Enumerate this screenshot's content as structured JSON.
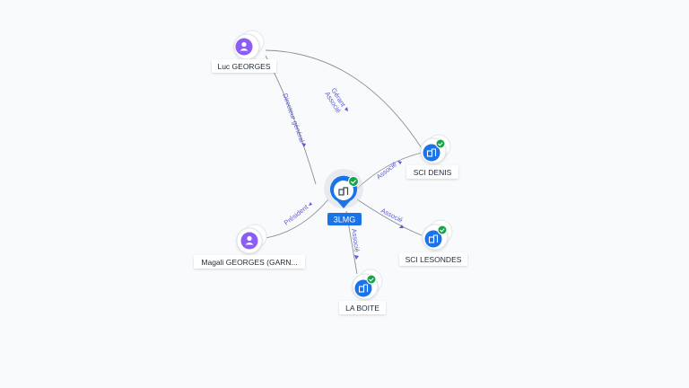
{
  "colors": {
    "person": "#8b5cf6",
    "company": "#1a73e8",
    "check": "#16a34a",
    "edge_label": "#5b5bd6"
  },
  "nodes": {
    "center": {
      "label": "3LMG",
      "icon": "building-icon",
      "verified": true
    },
    "luc": {
      "label": "Luc GEORGES",
      "icon": "person-icon"
    },
    "magali": {
      "label": "Magali GEORGES (GARN...",
      "icon": "person-icon"
    },
    "sci_denis": {
      "label": "SCI DENIS",
      "icon": "building-icon",
      "verified": true
    },
    "sci_lesondes": {
      "label": "SCI LESONDES",
      "icon": "building-icon",
      "verified": true
    },
    "la_boite": {
      "label": "LA BOITE",
      "icon": "building-icon",
      "verified": true
    }
  },
  "edges": {
    "luc_center": "Directeur général",
    "luc_denis_1": "Gérant",
    "luc_denis_2": "Associé",
    "magali_center": "Président",
    "center_denis": "Associé",
    "center_lesondes": "Associé",
    "center_laboite": "Associé"
  }
}
